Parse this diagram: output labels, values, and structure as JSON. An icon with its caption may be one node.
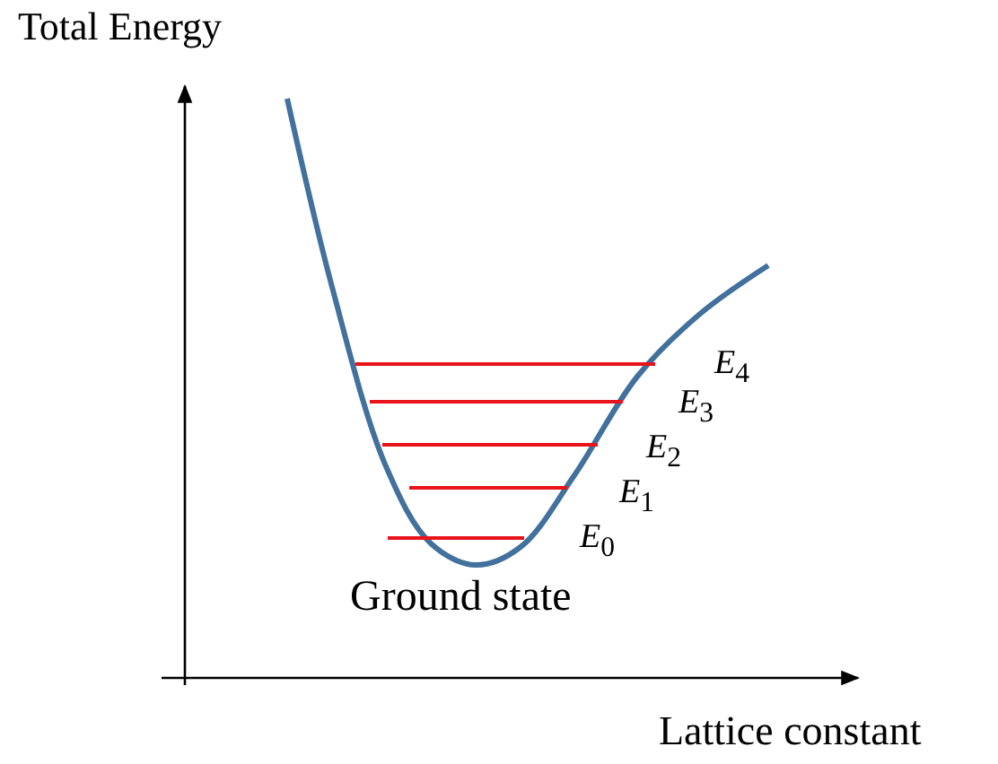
{
  "diagram": {
    "labels": [
      "Total Energy",
      "*E*$_{4}$",
      "*E*$_{3}$",
      "*E*$_{2}$",
      "*E*$_{1}$",
      "*E*$_{0}$",
      "Ground state",
      "Lattice constant"
    ]
  }
}
